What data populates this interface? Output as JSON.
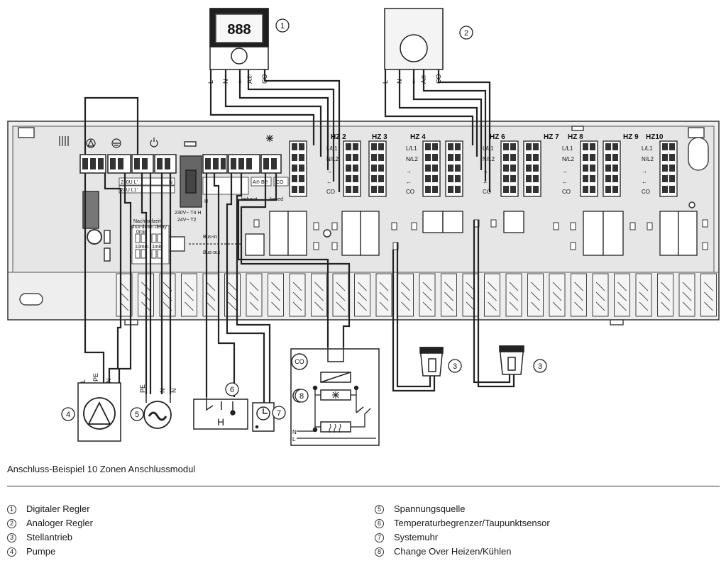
{
  "diagram": {
    "callouts": [
      "1",
      "2",
      "3",
      "3",
      "4",
      "5",
      "6",
      "7",
      "8"
    ],
    "display_value": "888",
    "thermostat_terminals": [
      "L",
      "N",
      "⇐",
      "A℗",
      "CO"
    ],
    "module": {
      "zones": [
        "HZ 2",
        "HZ 3",
        "HZ 4",
        "HZ 6",
        "HZ 7",
        "HZ 8",
        "HZ 9",
        "HZ10"
      ],
      "terminal_rows": [
        "L/L1",
        "N/L2",
        "→",
        "←",
        "CO",
        "A℗",
        "B℗"
      ],
      "module_texts": [
        "230U L'",
        "24U L1'",
        "N",
        "Nachlaufzeit",
        "shut-down delay",
        "0min",
        "10min",
        "1min",
        "230V~ T4 H",
        "24V~ T2",
        "beheizt",
        "based",
        "A℗",
        "B℗",
        "CO",
        "H"
      ],
      "bus_labels": [
        "Bus-in",
        "Bus-out"
      ]
    },
    "wire_labels": [
      "L",
      "PE",
      "N",
      "PE",
      "N",
      "N"
    ],
    "changeover_labels": [
      "CO",
      "N",
      "L"
    ],
    "limiter_label": "H"
  },
  "caption": "Anschluss-Beispiel 10 Zonen Anschlussmodul",
  "legend": {
    "left": [
      {
        "num": "1",
        "text": "Digitaler Regler"
      },
      {
        "num": "2",
        "text": "Analoger Regler"
      },
      {
        "num": "3",
        "text": "Stellantrieb"
      },
      {
        "num": "4",
        "text": "Pumpe"
      }
    ],
    "right": [
      {
        "num": "5",
        "text": "Spannungsquelle"
      },
      {
        "num": "6",
        "text": "Temperaturbegrenzer/Taupunktsensor"
      },
      {
        "num": "7",
        "text": "Systemuhr"
      },
      {
        "num": "8",
        "text": "Change Over Heizen/Kühlen"
      }
    ]
  }
}
